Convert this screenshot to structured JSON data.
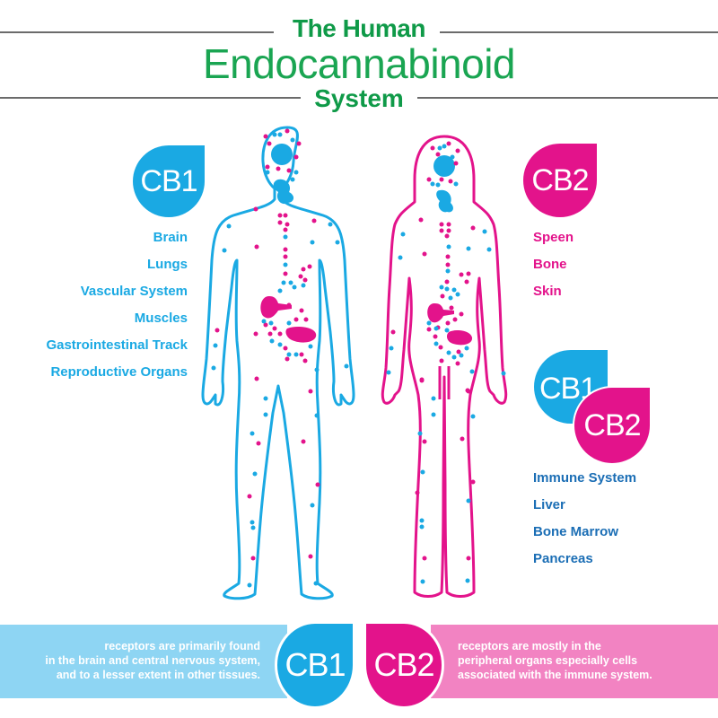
{
  "title": {
    "line1": "The Human",
    "line2": "Endocannabinoid",
    "line3": "System"
  },
  "colors": {
    "green": "#0f9a48",
    "cb1_blue": "#1aa9e3",
    "cb2_pink": "#e3138b",
    "both_navy": "#1b6eb5",
    "bar_blue": "#8ed5f3",
    "bar_pink": "#f283c2"
  },
  "cb1_panel": {
    "badge": "CB1",
    "items": [
      "Brain",
      "Lungs",
      "Vascular System",
      "Muscles",
      "Gastrointestinal Track",
      "Reproductive Organs"
    ]
  },
  "cb2_panel": {
    "badge": "CB2",
    "items": [
      "Speen",
      "Bone",
      "Skin"
    ]
  },
  "both_panel": {
    "badge_cb1": "CB1",
    "badge_cb2": "CB2",
    "items": [
      "Immune System",
      "Liver",
      "Bone Marrow",
      "Pancreas"
    ]
  },
  "figures": {
    "male": {
      "outline_color": "#1aa9e3",
      "label": "male-figure"
    },
    "female": {
      "outline_color": "#e3138b",
      "label": "female-figure"
    }
  },
  "footer": {
    "cb1_badge": "CB1",
    "cb1_text": [
      "receptors are primarily found",
      "in the brain and central nervous system,",
      "and to a lesser extent in other tissues."
    ],
    "cb2_badge": "CB2",
    "cb2_text": [
      "receptors are mostly in the",
      "peripheral organs especially cells",
      "associated with the immune system."
    ]
  }
}
